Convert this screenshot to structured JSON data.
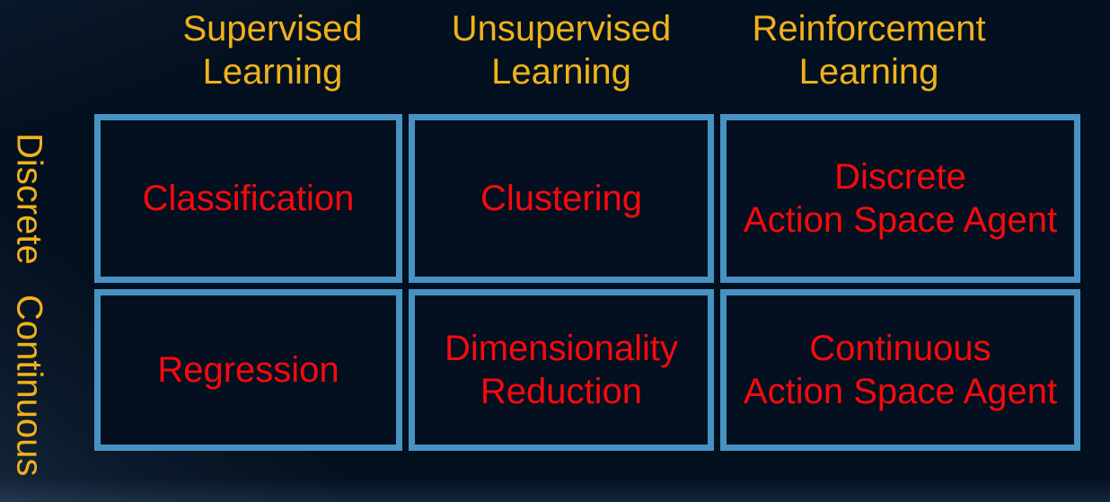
{
  "colors": {
    "background": "#03101f",
    "box_border": "#4792c3",
    "box_fill": "#041020",
    "header_text": "#f0b21a",
    "row_label_text": "#f0b21a",
    "cell_text": "#f8090d"
  },
  "matrix": {
    "columns": [
      {
        "label": "Supervised\nLearning"
      },
      {
        "label": "Unsupervised\nLearning"
      },
      {
        "label": "Reinforcement\nLearning"
      }
    ],
    "rows": [
      {
        "label": "Discrete",
        "cells": [
          {
            "text": "Classification"
          },
          {
            "text": "Clustering"
          },
          {
            "text": "Discrete\nAction Space Agent"
          }
        ]
      },
      {
        "label": "Continuous",
        "cells": [
          {
            "text": "Regression"
          },
          {
            "text": "Dimensionality\nReduction"
          },
          {
            "text": "Continuous\nAction Space Agent"
          }
        ]
      }
    ]
  }
}
